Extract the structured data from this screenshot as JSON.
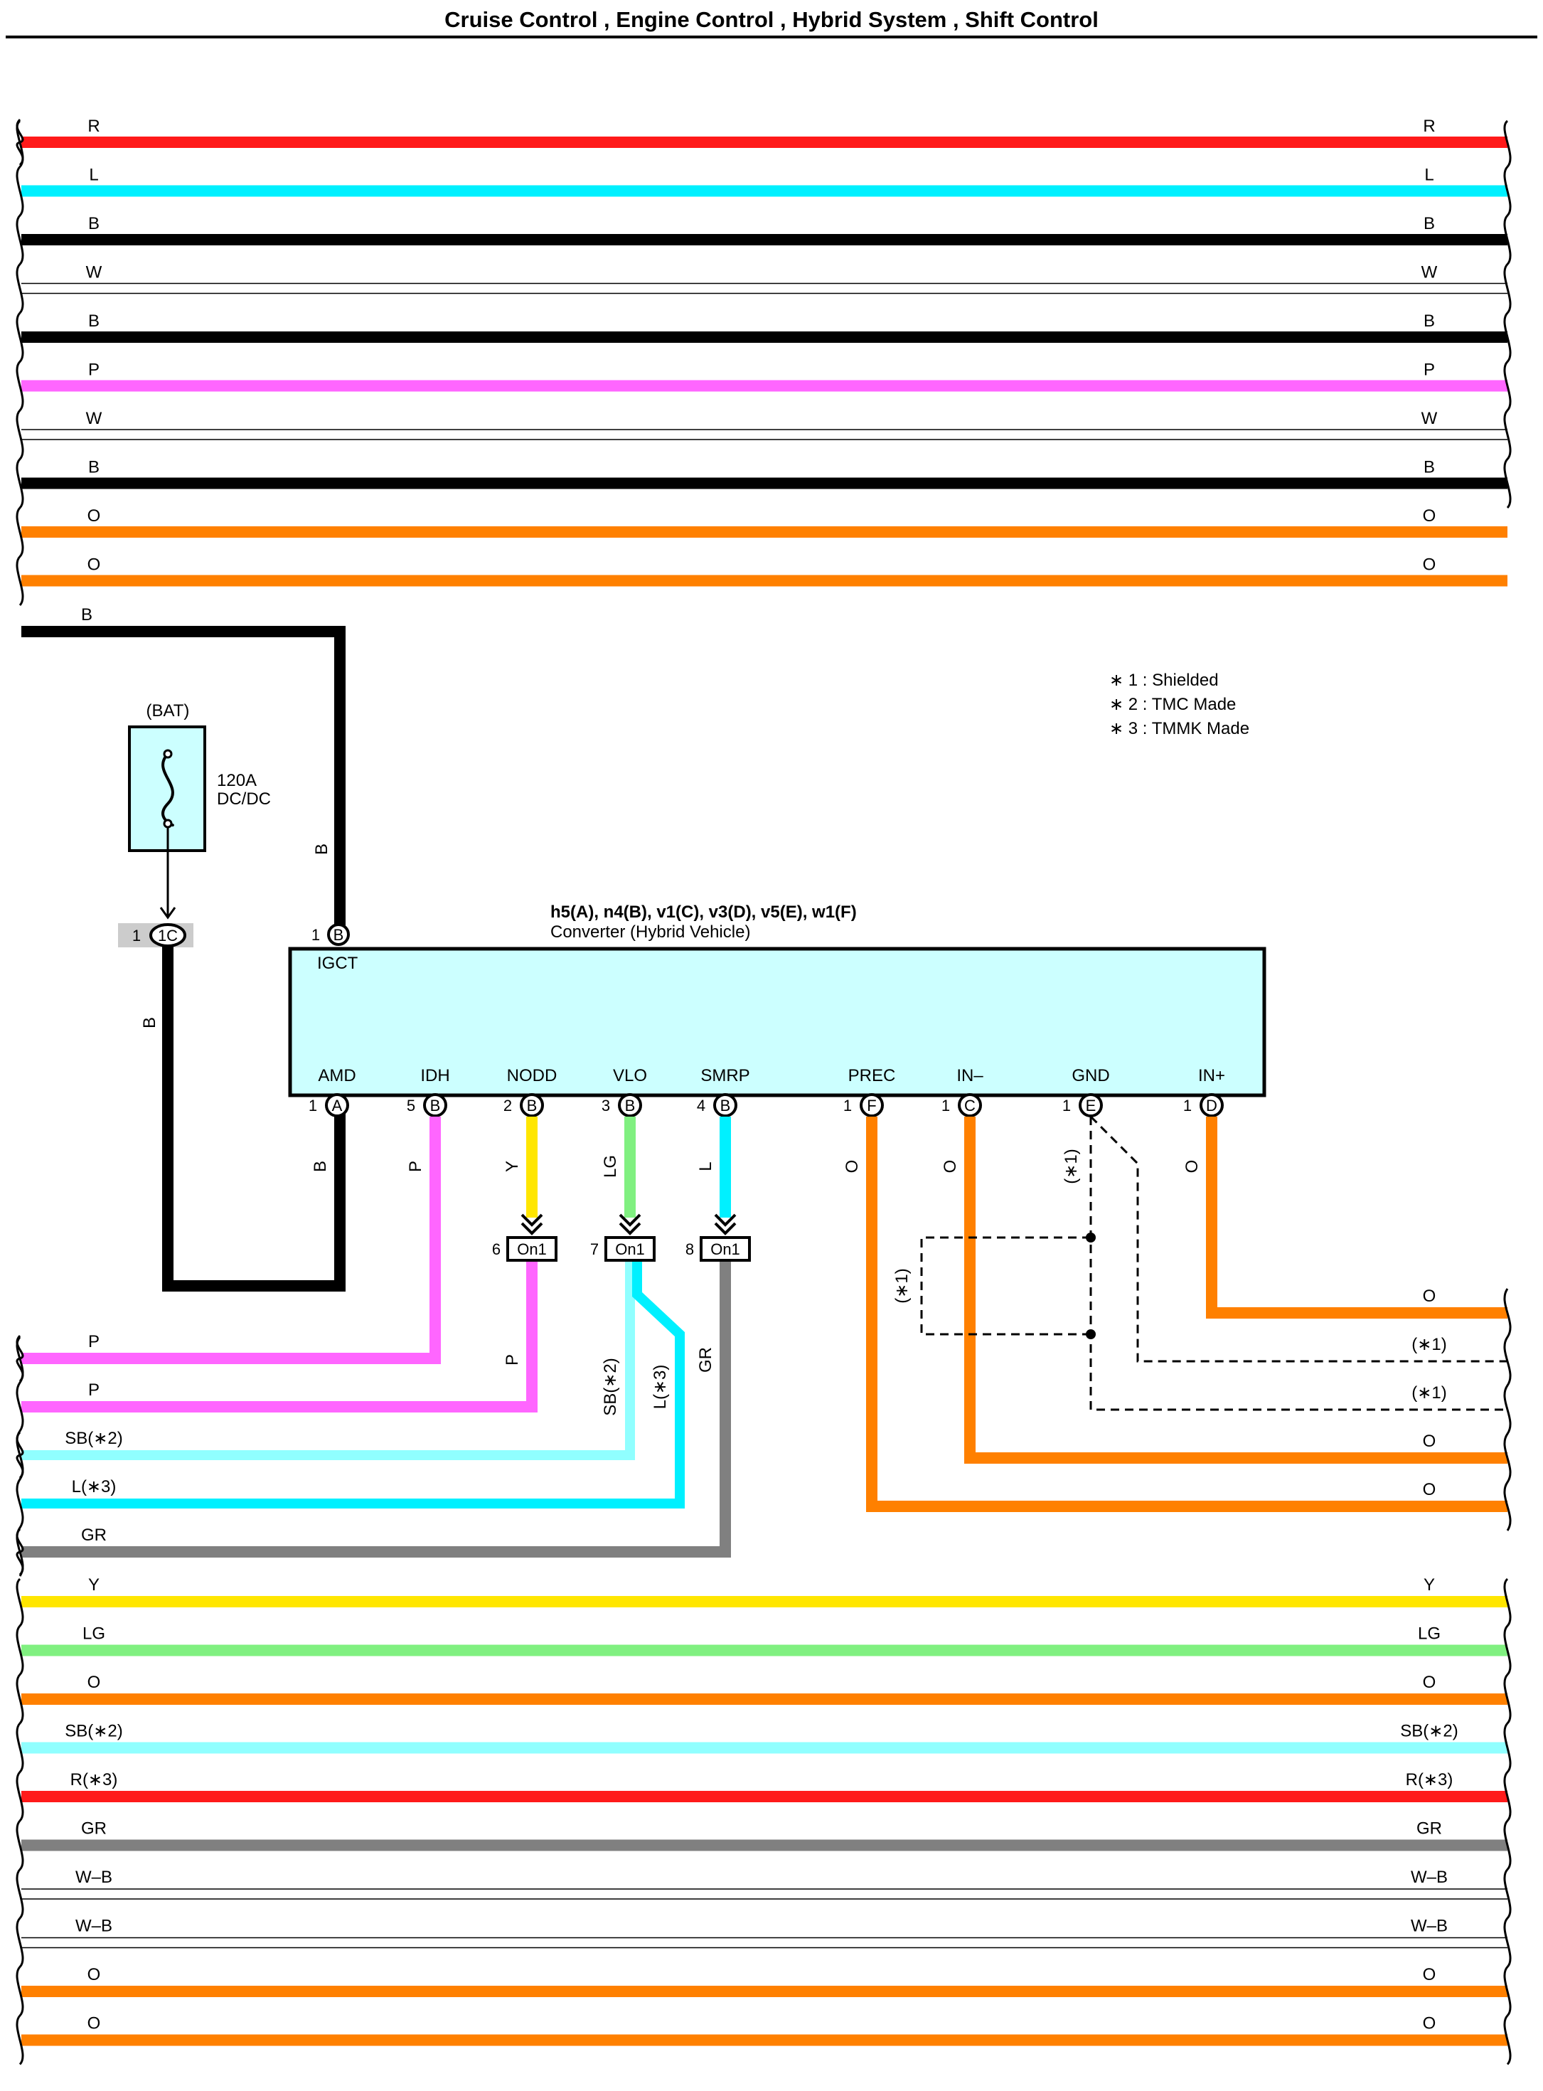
{
  "title": "Cruise Control , Engine Control , Hybrid System , Shift Control",
  "colors": {
    "R": "#ff1a1a",
    "L": "#00f0ff",
    "B": "#000000",
    "W": "#ffffff",
    "P": "#ff66ff",
    "O": "#ff8000",
    "Y": "#ffe600",
    "LG": "#80f080",
    "SB": "#90ffff",
    "GR": "#808080",
    "WB": "#ffffff",
    "converter_fill": "#ccffff",
    "fuse_fill": "#ccffff"
  },
  "top_bus": [
    "R",
    "L",
    "B",
    "W",
    "B",
    "P",
    "W",
    "B",
    "O",
    "O"
  ],
  "branch_b_label": "B",
  "fuse": {
    "supply": "(BAT)",
    "rating": "120A",
    "name": "DC/DC",
    "pin": "1",
    "connector": "1C",
    "wire": "B"
  },
  "converter": {
    "codes": "h5(A), n4(B), v1(C), v3(D), v5(E), w1(F)",
    "name": "Converter (Hybrid Vehicle)",
    "top_pin": {
      "num": "1",
      "conn": "B",
      "name": "IGCT",
      "wire": "B"
    },
    "pins": [
      {
        "num": "1",
        "conn": "A",
        "name": "AMD",
        "wire": "B"
      },
      {
        "num": "5",
        "conn": "B",
        "name": "IDH",
        "wire": "P"
      },
      {
        "num": "2",
        "conn": "B",
        "name": "NODD",
        "wire": "Y"
      },
      {
        "num": "3",
        "conn": "B",
        "name": "VLO",
        "wire": "LG"
      },
      {
        "num": "4",
        "conn": "B",
        "name": "SMRP",
        "wire": "L"
      },
      {
        "num": "1",
        "conn": "F",
        "name": "PREC",
        "wire": "O"
      },
      {
        "num": "1",
        "conn": "C",
        "name": "IN–",
        "wire": "O"
      },
      {
        "num": "1",
        "conn": "E",
        "name": "GND",
        "wire": "(∗1)"
      },
      {
        "num": "1",
        "conn": "D",
        "name": "IN+",
        "wire": "O"
      }
    ]
  },
  "junctions": [
    {
      "num": "6",
      "label": "On1",
      "wire_below": "P"
    },
    {
      "num": "7",
      "label": "On1",
      "wire_below_1": "SB(∗2)",
      "wire_below_2": "L(∗3)"
    },
    {
      "num": "8",
      "label": "On1",
      "wire_below": "GR"
    }
  ],
  "shield_label": "(∗1)",
  "notes": [
    "∗ 1 : Shielded",
    "∗ 2 : TMC Made",
    "∗ 3 : TMMK Made"
  ],
  "left_lower_labels": [
    "P",
    "P",
    "SB(∗2)",
    "L(∗3)",
    "GR"
  ],
  "right_lower_labels": [
    "O",
    "(∗1)",
    "(∗1)",
    "O",
    "O"
  ],
  "bottom_bus": [
    {
      "left": "Y",
      "right": "Y",
      "c": "Y"
    },
    {
      "left": "LG",
      "right": "LG",
      "c": "LG"
    },
    {
      "left": "O",
      "right": "O",
      "c": "O"
    },
    {
      "left": "SB(∗2)",
      "right": "SB(∗2)",
      "c": "SB"
    },
    {
      "left": "R(∗3)",
      "right": "R(∗3)",
      "c": "R"
    },
    {
      "left": "GR",
      "right": "GR",
      "c": "GR"
    },
    {
      "left": "W–B",
      "right": "W–B",
      "c": "WB"
    },
    {
      "left": "W–B",
      "right": "W–B",
      "c": "WB"
    },
    {
      "left": "O",
      "right": "O",
      "c": "O"
    },
    {
      "left": "O",
      "right": "O",
      "c": "O"
    }
  ]
}
